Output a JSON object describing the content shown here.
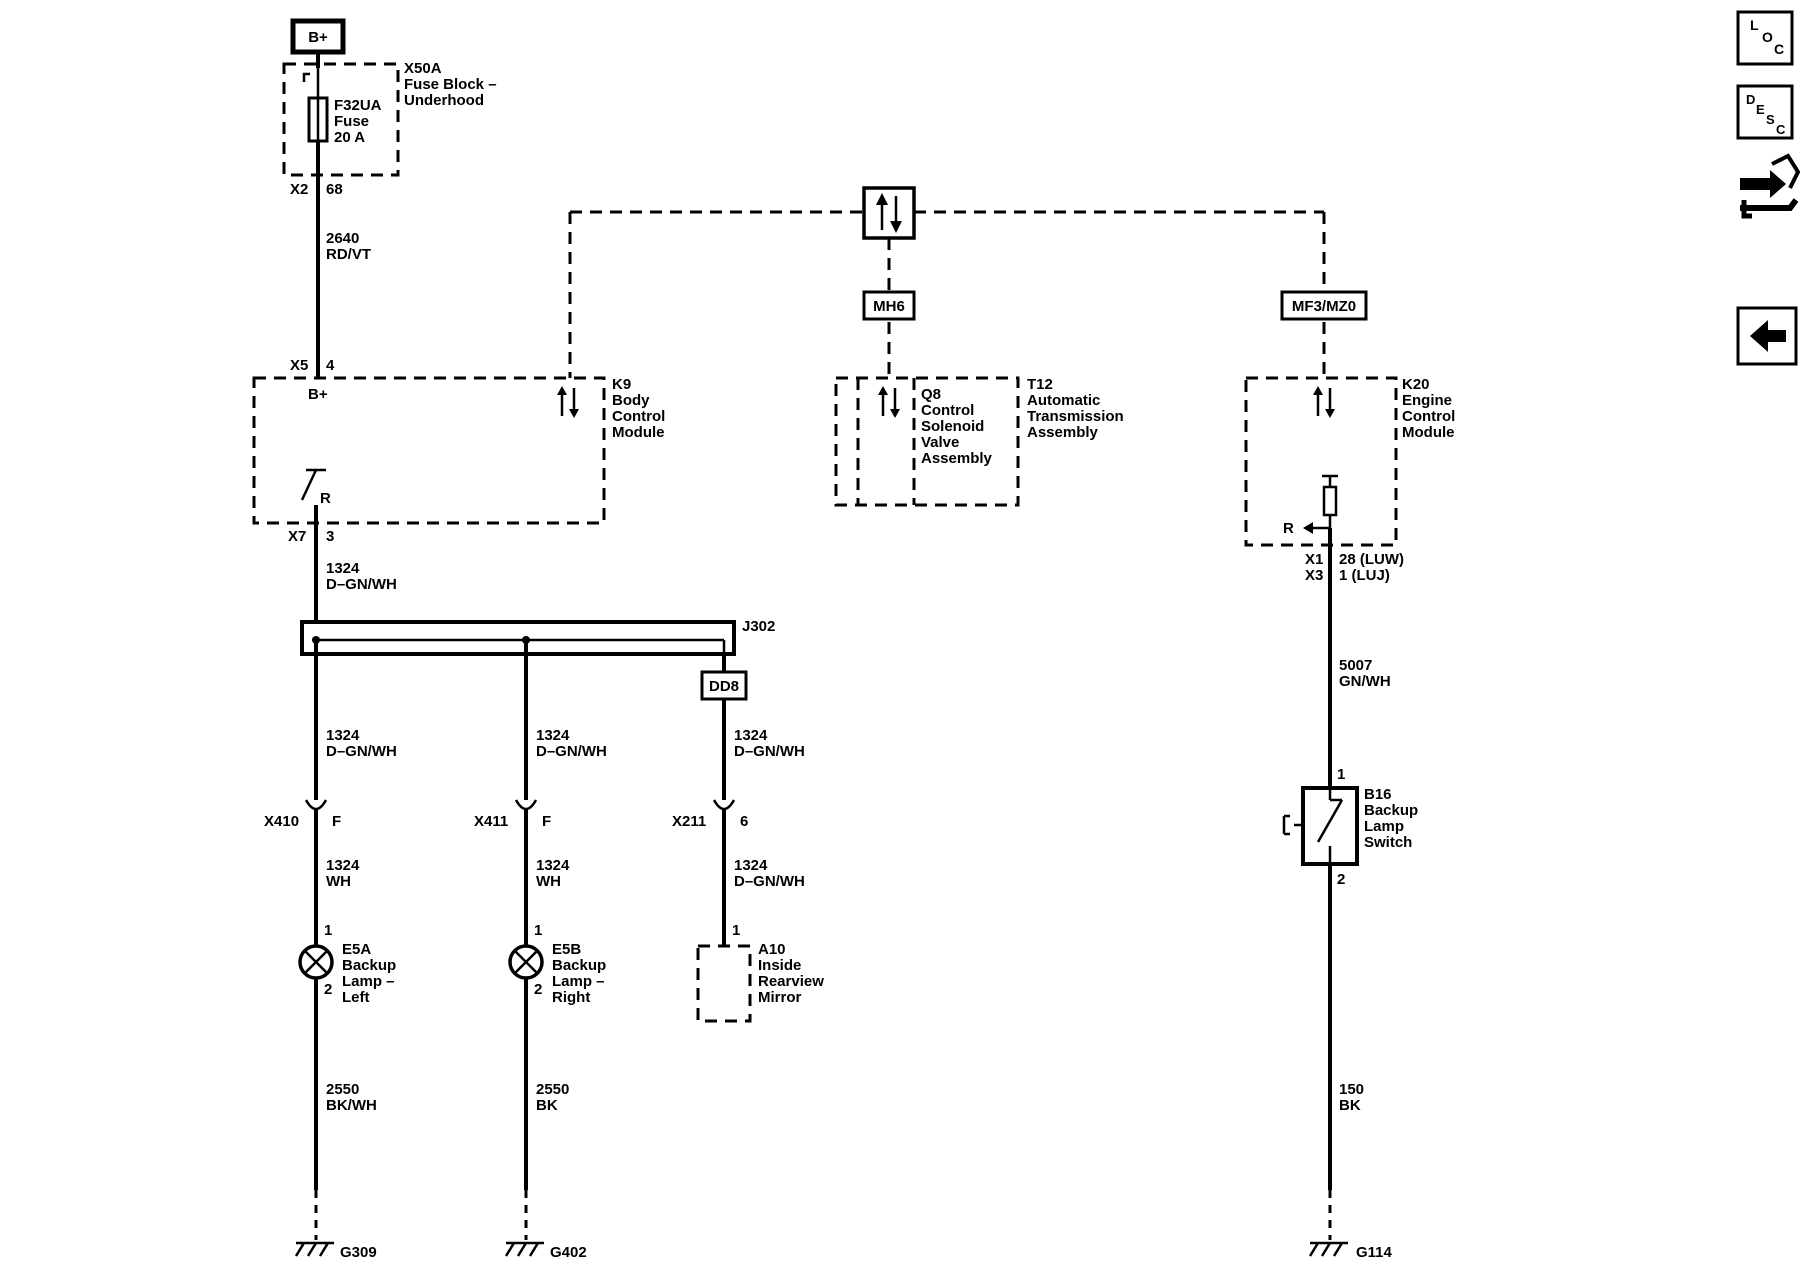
{
  "bplus": "B+",
  "fuse_block": {
    "id": "X50A",
    "name1": "Fuse Block –",
    "name2": "Underhood"
  },
  "fuse": {
    "id": "F32UA",
    "word": "Fuse",
    "rating": "20 A"
  },
  "fuse_out": {
    "conn": "X2",
    "pin": "68"
  },
  "wire_2640": {
    "circuit": "2640",
    "color": "RD/VT"
  },
  "k9": {
    "id": "K9",
    "name1": "Body",
    "name2": "Control",
    "name3": "Module",
    "in_conn": "X5",
    "in_pin": "4",
    "bplus": "B+",
    "r": "R",
    "out_conn": "X7",
    "out_pin": "3"
  },
  "wire_1324_top": {
    "circuit": "1324",
    "color": "D–GN/WH"
  },
  "splice": {
    "id": "J302"
  },
  "option_dd8": "DD8",
  "option_mh6": "MH6",
  "option_mf3": "MF3/MZ0",
  "branch_left": {
    "circuit": "1324",
    "color": "D–GN/WH"
  },
  "branch_mid": {
    "circuit": "1324",
    "color": "D–GN/WH"
  },
  "branch_right": {
    "circuit": "1324",
    "color": "D–GN/WH"
  },
  "x410": {
    "conn": "X410",
    "pin": "F"
  },
  "x411": {
    "conn": "X411",
    "pin": "F"
  },
  "x211": {
    "conn": "X211",
    "pin": "6"
  },
  "wire_left_wh": {
    "circuit": "1324",
    "color": "WH"
  },
  "wire_mid_wh": {
    "circuit": "1324",
    "color": "WH"
  },
  "wire_right_b": {
    "circuit": "1324",
    "color": "D–GN/WH"
  },
  "e5a": {
    "id": "E5A",
    "name1": "Backup",
    "name2": "Lamp –",
    "name3": "Left",
    "pin1": "1",
    "pin2": "2"
  },
  "e5b": {
    "id": "E5B",
    "name1": "Backup",
    "name2": "Lamp –",
    "name3": "Right",
    "pin1": "1",
    "pin2": "2"
  },
  "a10": {
    "id": "A10",
    "name1": "Inside",
    "name2": "Rearview",
    "name3": "Mirror",
    "pin1": "1"
  },
  "gnd_left_wire": {
    "circuit": "2550",
    "color": "BK/WH"
  },
  "gnd_mid_wire": {
    "circuit": "2550",
    "color": "BK"
  },
  "g309": "G309",
  "g402": "G402",
  "q8": {
    "id": "Q8",
    "name1": "Control",
    "name2": "Solenoid",
    "name3": "Valve",
    "name4": "Assembly"
  },
  "t12": {
    "id": "T12",
    "name1": "Automatic",
    "name2": "Transmission",
    "name3": "Assembly"
  },
  "k20": {
    "id": "K20",
    "name1": "Engine",
    "name2": "Control",
    "name3": "Module",
    "r": "R",
    "conn1": "X1",
    "conn2": "X3",
    "pin1": "28 (LUW)",
    "pin2": "1 (LUJ)"
  },
  "wire_5007": {
    "circuit": "5007",
    "color": "GN/WH"
  },
  "b16": {
    "id": "B16",
    "name1": "Backup",
    "name2": "Lamp",
    "name3": "Switch",
    "pin1": "1",
    "pin2": "2"
  },
  "wire_150": {
    "circuit": "150",
    "color": "BK"
  },
  "g114": "G114",
  "nav": {
    "loc": {
      "l": "L",
      "o": "O",
      "c": "C"
    },
    "desc": {
      "d": "D",
      "e": "E",
      "s": "S",
      "c": "C"
    }
  }
}
